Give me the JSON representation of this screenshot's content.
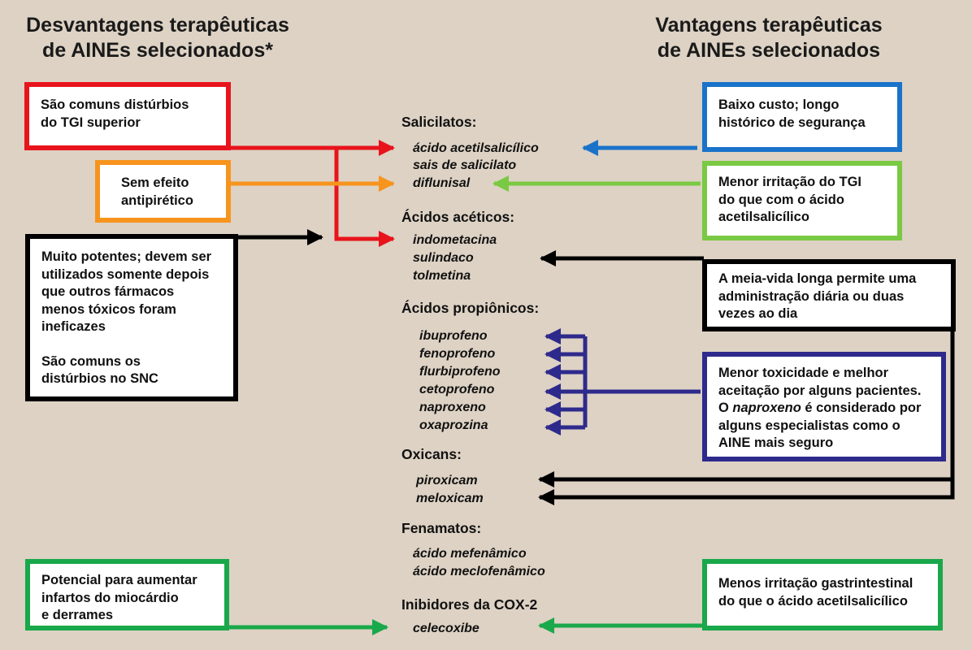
{
  "headings": {
    "left": [
      "Desvantagens terapêuticas",
      "de AINEs selecionados*"
    ],
    "right": [
      "Vantagens terapêuticas",
      "de AINEs selecionados"
    ]
  },
  "left_boxes": {
    "tgi": [
      "São comuns distúrbios",
      "do TGI superior"
    ],
    "antipyretic": [
      "Sem efeito",
      "antipirético"
    ],
    "potent": [
      "Muito potentes; devem ser",
      "utilizados somente depois",
      "que outros fármacos",
      "menos tóxicos foram",
      "ineficazes"
    ],
    "cns": [
      "São comuns os",
      "distúrbios no SNC"
    ],
    "cardio": [
      "Potencial para aumentar",
      "infartos do miocárdio",
      "e derrames"
    ]
  },
  "right_boxes": {
    "cost": [
      "Baixo custo; longo",
      "histórico de segurança"
    ],
    "less_gi": [
      "Menor irritação do TGI",
      "do que com o ácido",
      "acetilsalicílico"
    ],
    "half_life": [
      "A meia-vida longa permite uma",
      "administração diária ou duas",
      "vezes ao dia"
    ],
    "toxicity": {
      "lines": [
        "Menor toxicidade e melhor",
        "aceitação por alguns pacientes."
      ],
      "mixed_prefix": "O ",
      "mixed_italic": "naproxeno",
      "mixed_suffix": " é considerado por",
      "lines_after": [
        "alguns especialistas como o",
        "AINE mais seguro"
      ]
    },
    "cox2": [
      "Menos irritação gastrintestinal",
      "do que o ácido acetilsalicílico"
    ]
  },
  "groups": {
    "salicylates": {
      "title": "Salicilatos:",
      "drugs": [
        "ácido acetilsalicílico",
        "sais de salicilato",
        "diflunisal"
      ]
    },
    "acetic": {
      "title": "Ácidos acéticos:",
      "drugs": [
        "indometacina",
        "sulindaco",
        "tolmetina"
      ]
    },
    "propionic": {
      "title": "Ácidos propiônicos:",
      "drugs": [
        "ibuprofeno",
        "fenoprofeno",
        "flurbiprofeno",
        "cetoprofeno",
        "naproxeno",
        "oxaprozina"
      ]
    },
    "oxicams": {
      "title": "Oxicans:",
      "drugs": [
        "piroxicam",
        "meloxicam"
      ]
    },
    "fenamates": {
      "title": "Fenamatos:",
      "drugs": [
        "ácido mefenâmico",
        "ácido meclofenâmico"
      ]
    },
    "cox2": {
      "title": "Inibidores da COX-2",
      "drugs": [
        "celecoxibe"
      ]
    }
  },
  "colors": {
    "red": "#e8141c",
    "orange": "#f7941d",
    "black": "#000000",
    "blue": "#1a73c9",
    "lime": "#7ac943",
    "purple": "#2e2a8c",
    "green": "#19a84a",
    "background": "#ddd2c4"
  }
}
